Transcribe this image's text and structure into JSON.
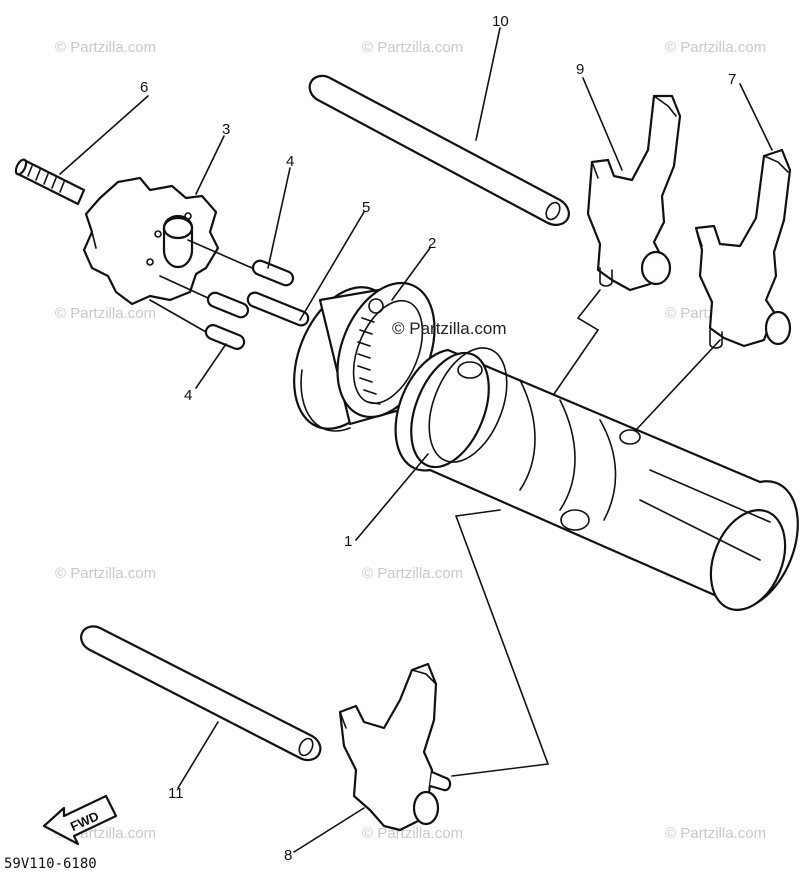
{
  "diagram": {
    "callouts": {
      "c1": "1",
      "c2": "2",
      "c3": "3",
      "c4a": "4",
      "c4b": "4",
      "c5": "5",
      "c6": "6",
      "c7": "7",
      "c8": "8",
      "c9": "9",
      "c10": "10",
      "c11": "11"
    },
    "watermark": "© Partzilla.com",
    "center_watermark": "© Partzilla.com",
    "diagram_code": "59V110-6180",
    "direction_label": "FWD"
  }
}
